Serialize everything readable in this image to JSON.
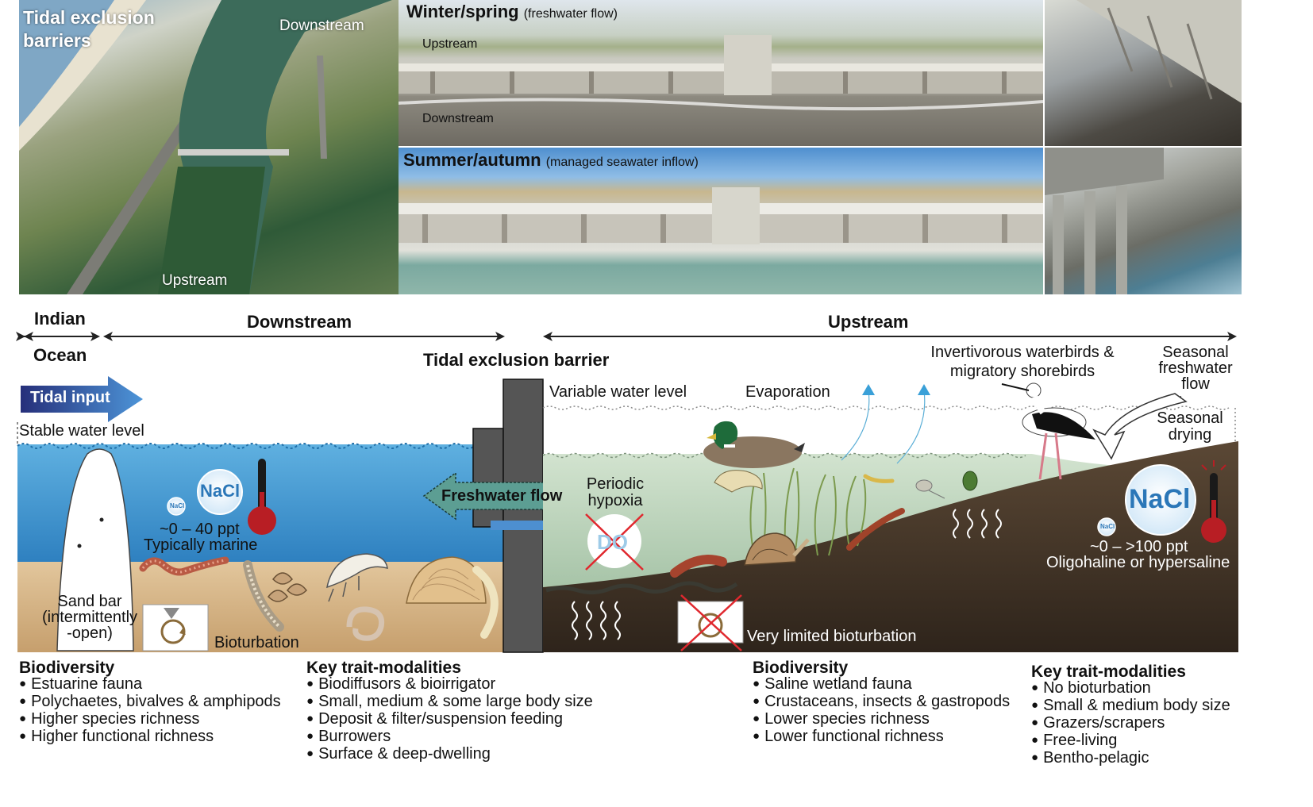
{
  "photos": {
    "aerial": {
      "title": "Tidal exclusion barriers",
      "downstream": "Downstream",
      "upstream": "Upstream"
    },
    "winter": {
      "season": "Winter/spring",
      "note": "(freshwater flow)",
      "upstream": "Upstream",
      "downstream": "Downstream"
    },
    "summer": {
      "season": "Summer/autumn",
      "note": "(managed seawater inflow)"
    }
  },
  "zones": {
    "ocean": "Indian Ocean",
    "ocean_line1": "Indian",
    "ocean_line2": "Ocean",
    "downstream": "Downstream",
    "upstream": "Upstream",
    "barrier": "Tidal exclusion barrier"
  },
  "downstream_side": {
    "tidal_input": "Tidal input",
    "water_level": "Stable water level",
    "nacl": "NaCl",
    "nacl_small": "NaCl",
    "salinity": "~0 – 40 ppt",
    "salinity_type": "Typically marine",
    "sandbar_line1": "Sand bar",
    "sandbar_line2": "(intermittently",
    "sandbar_line3": "-open)",
    "bioturbation": "Bioturbation"
  },
  "barrier_labels": {
    "freshwater_flow": "Freshwater flow",
    "hypoxia_line1": "Periodic",
    "hypoxia_line2": "hypoxia",
    "do": "DO"
  },
  "upstream_side": {
    "water_level": "Variable water level",
    "evaporation": "Evaporation",
    "birds_line1": "Invertivorous waterbirds &",
    "birds_line2": "migratory shorebirds",
    "seasonal_flow_line1": "Seasonal",
    "seasonal_flow_line2": "freshwater",
    "seasonal_flow_line3": "flow",
    "drying_line1": "Seasonal",
    "drying_line2": "drying",
    "nacl": "NaCl",
    "nacl_small": "NaCl",
    "salinity": "~0 – >100 ppt",
    "salinity_type": "Oligohaline or hypersaline",
    "bioturbation": "Very limited bioturbation"
  },
  "legend": {
    "down_biodiversity": {
      "heading": "Biodiversity",
      "items": [
        "Estuarine fauna",
        "Polychaetes, bivalves & amphipods",
        "Higher species richness",
        "Higher functional richness"
      ]
    },
    "down_traits": {
      "heading": "Key trait-modalities",
      "items": [
        "Biodiffusors & bioirrigator",
        "Small, medium & some  large body size",
        "Deposit & filter/suspension feeding",
        "Burrowers",
        "Surface & deep-dwelling"
      ]
    },
    "up_biodiversity": {
      "heading": "Biodiversity",
      "items": [
        "Saline wetland fauna",
        "Crustaceans, insects & gastropods",
        "Lower species richness",
        "Lower functional richness"
      ]
    },
    "up_traits": {
      "heading": "Key trait-modalities",
      "items": [
        "No bioturbation",
        "Small & medium body size",
        "Grazers/scrapers",
        "Free-living",
        "Bentho-pelagic"
      ]
    }
  },
  "colors": {
    "seawater": "#4d9fd4",
    "sand": "#d9b88c",
    "upstream_water": "#b9d3b8",
    "mud": "#4a3a2c",
    "barrier": "#555555",
    "tidal_arrow": "#2a3e8c",
    "freshwater_arrow": "#5c9e93"
  }
}
